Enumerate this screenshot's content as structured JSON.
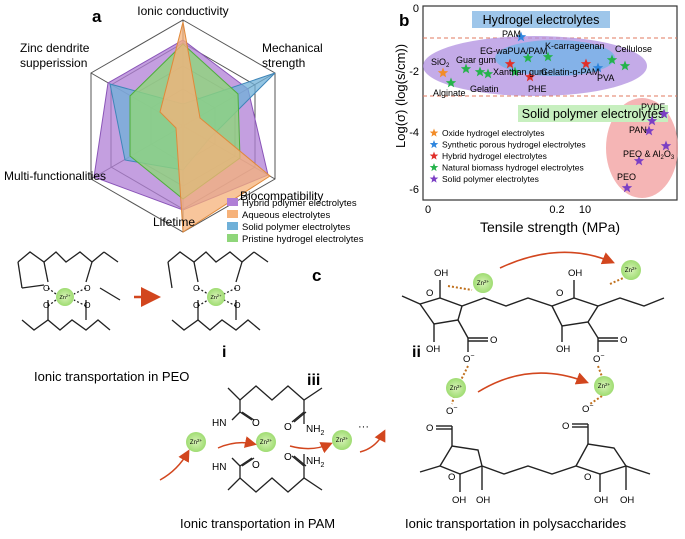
{
  "panel_a": {
    "letter": "a",
    "axes": [
      "Ionic conductivity",
      "Mechanical strength",
      "Biocompatibility",
      "Lifetime",
      "Multi-functionalities",
      "Zinc dendrite supperission"
    ],
    "axis_label_lines": {
      "ionic": [
        "Ionic conductivity"
      ],
      "mech": [
        "Mechanical",
        "strength"
      ],
      "bio": [
        "Biocompatibility"
      ],
      "life": [
        "Lifetime"
      ],
      "multi": [
        "Multi-functionalities"
      ],
      "zinc": [
        "Zinc dendrite",
        "supperission"
      ]
    },
    "legend": [
      {
        "name": "Hybrid polymer electrolytes",
        "color": "#b07fd6"
      },
      {
        "name": "Aqueous electrolytes",
        "color": "#f6b27a"
      },
      {
        "name": "Solid polymer electrolytes",
        "color": "#6fb0d8"
      },
      {
        "name": "Pristine hydrogel electrolytes",
        "color": "#8fd67a"
      }
    ]
  },
  "panel_b": {
    "letter": "b",
    "ylabel": "Log(σ) (log(s/cm))",
    "xlabel": "Tensile strength (MPa)",
    "yticks": [
      "-6",
      "-4",
      "-2",
      "0"
    ],
    "xticks": [
      "0",
      "0.2",
      "10"
    ],
    "group_hydrogel": "Hydrogel electrolytes",
    "group_solid": "Solid polymer electrolytes",
    "points": {
      "pam": "PAM",
      "sio2": "SiO",
      "sio2_sub": "2",
      "alginate": "Alginate",
      "guar": "Guar gum",
      "egwa": "EG-waPUA/PAM",
      "kcarr": "K-carrageenan",
      "cellulose": "Cellulose",
      "xanthan": "Xanthan gum",
      "gelatin": "Gelatin",
      "gelatingpam": "Gelatin-g-PAM",
      "pva": "PVA",
      "phe": "PHE",
      "pvdf": "PVDF",
      "pan": "PAN",
      "peoal": "PEO & Al",
      "peoal_sub1": "2",
      "peoal_o": "O",
      "peoal_sub2": "3",
      "peo": "PEO"
    },
    "legend": [
      {
        "name": "Oxide hydrogel electrolytes",
        "color": "#f28c28"
      },
      {
        "name": "Synthetic porous hydrogel electrolytes",
        "color": "#2e86de"
      },
      {
        "name": "Hybrid hydrogel electrolytes",
        "color": "#e0302a"
      },
      {
        "name": "Natural biomass hydrogel electrolytes",
        "color": "#25b34b"
      },
      {
        "name": "Solid polymer electrolytes",
        "color": "#7b3fc4"
      }
    ]
  },
  "panel_c": {
    "letter": "c",
    "i": "i",
    "ii": "ii",
    "iii": "iii",
    "zn": "Zn",
    "zn_sup": "2+",
    "oh": "OH",
    "o": "O",
    "ominus": "O",
    "minus": "−",
    "hn": "HN",
    "nh": "NH",
    "nh2": "NH",
    "nh2_sub": "2",
    "dots": "···",
    "cap_peo": "Ionic transportation in PEO",
    "cap_pam": "Ionic transportation in PAM",
    "cap_poly": "Ionic transportation in polysaccharides"
  }
}
